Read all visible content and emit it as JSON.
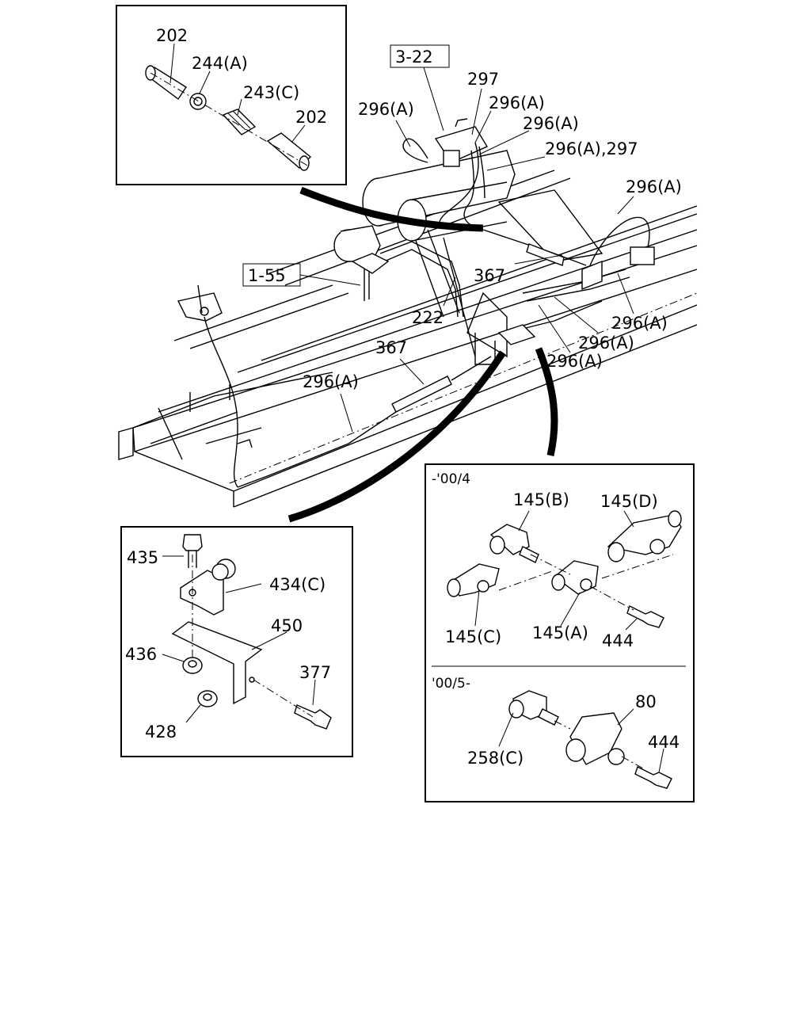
{
  "ref_boxes": {
    "ref_322": "3-22",
    "ref_155": "1-55"
  },
  "main_labels": {
    "l297": "297",
    "l296a_1": "296(A)",
    "l296a_2": "296(A)",
    "l296a_3": "296(A)",
    "l296a_297": "296(A),297",
    "l296a_4": "296(A)",
    "l367_1": "367",
    "l222": "222",
    "l367_2": "367",
    "l296a_5": "296(A)",
    "l296a_6": "296(A)",
    "l296a_7": "296(A)",
    "l296a_8": "296(A)"
  },
  "inset_top_left": {
    "l202_1": "202",
    "l244a": "244(A)",
    "l243c": "243(C)",
    "l202_2": "202"
  },
  "inset_bottom_left": {
    "l435": "435",
    "l434c": "434(C)",
    "l450": "450",
    "l436": "436",
    "l377": "377",
    "l428": "428"
  },
  "inset_right": {
    "period_1": "-'00/4",
    "l145b": "145(B)",
    "l145d": "145(D)",
    "l145c": "145(C)",
    "l145a": "145(A)",
    "l444_1": "444",
    "period_2": "'00/5-",
    "l80": "80",
    "l258c": "258(C)",
    "l444_2": "444"
  }
}
